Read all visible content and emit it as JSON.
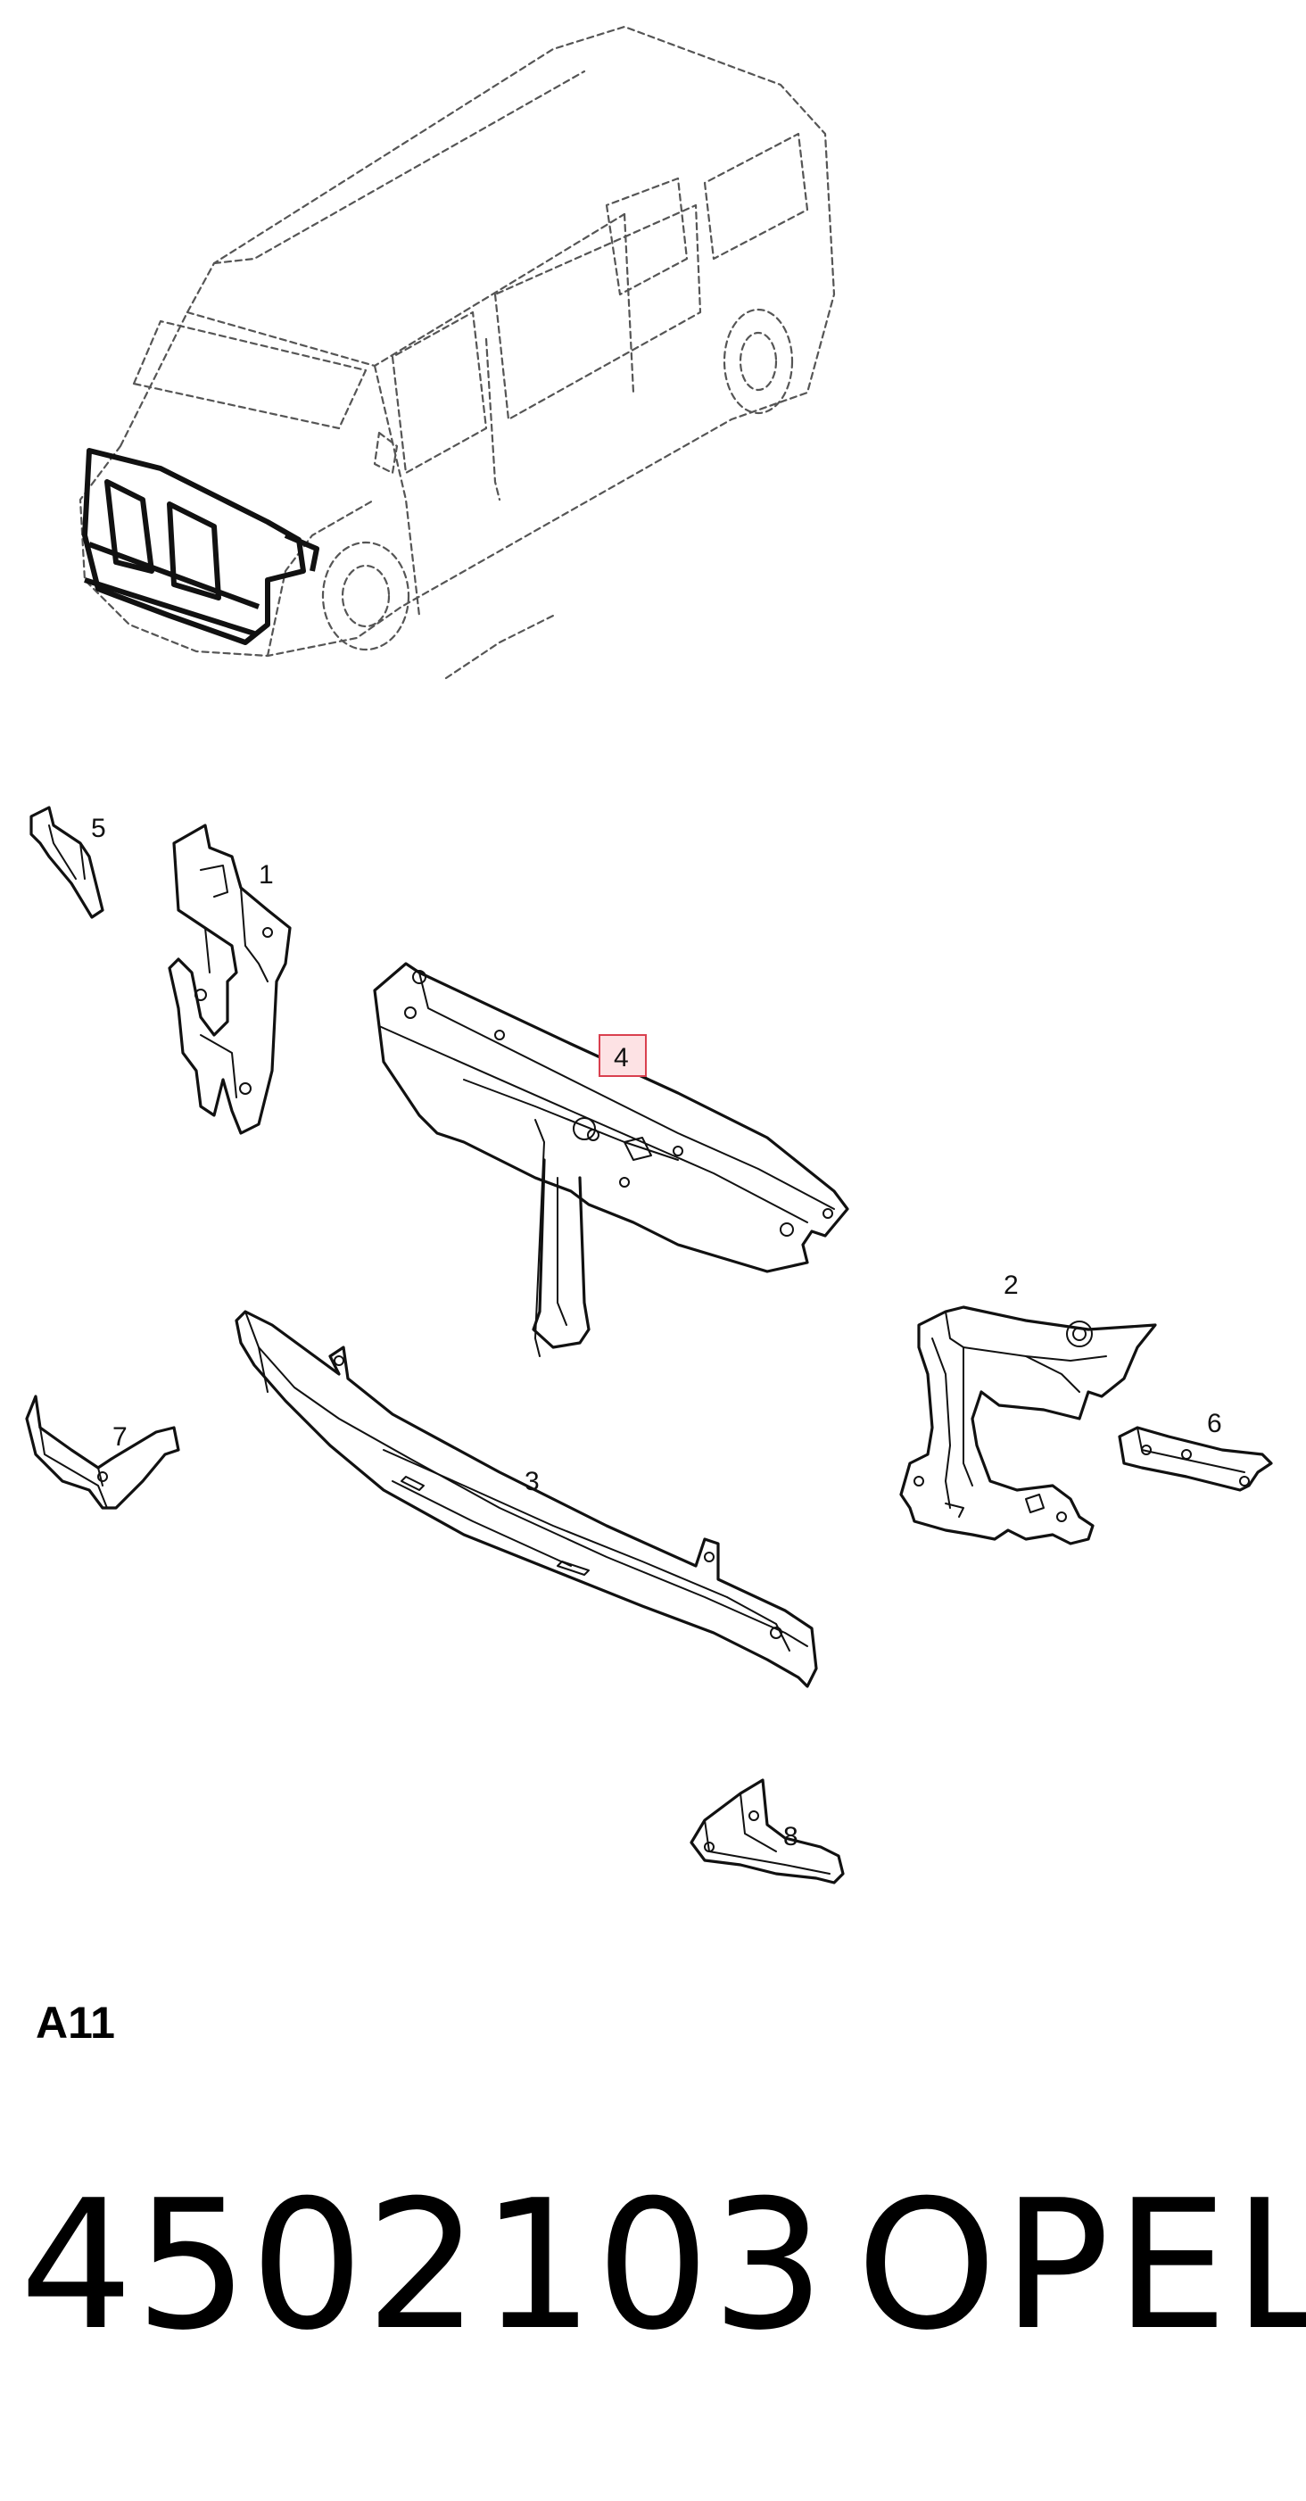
{
  "diagram": {
    "section_code": "A11",
    "callouts": [
      {
        "id": "1",
        "label": "1"
      },
      {
        "id": "2",
        "label": "2"
      },
      {
        "id": "3",
        "label": "3"
      },
      {
        "id": "4",
        "label": "4",
        "highlighted": true
      },
      {
        "id": "5",
        "label": "5"
      },
      {
        "id": "6",
        "label": "6"
      },
      {
        "id": "7",
        "label": "7"
      },
      {
        "id": "8",
        "label": "8"
      }
    ],
    "highlight_color": "#d9404f",
    "highlight_fill": "#fde2e4"
  },
  "part_number": "4502103",
  "brand": "OPEL"
}
